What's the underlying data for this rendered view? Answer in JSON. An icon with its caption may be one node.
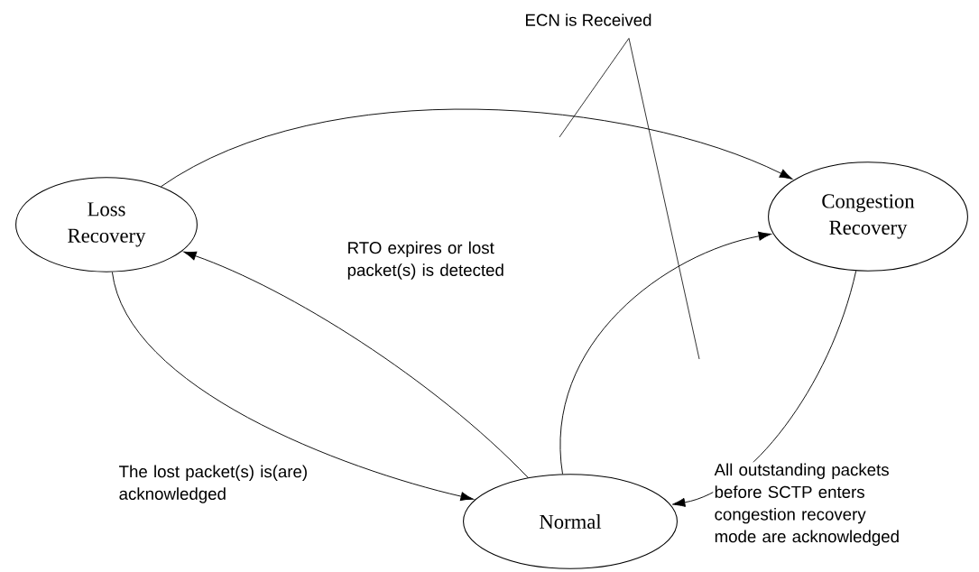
{
  "diagram": {
    "nodes": [
      {
        "text": [
          "Loss Recovery"
        ]
      },
      {
        "text": [
          "Congestion Recovery"
        ]
      },
      {
        "text": [
          "Normal"
        ]
      },
      {
        "text": [
          "ECN is Received"
        ]
      }
    ],
    "edges": [
      {
        "from": 0,
        "to": 1,
        "arrow": "to"
      },
      {
        "from": 2,
        "to": 0,
        "arrow": "to",
        "label": "RTO expires or lost packet(s) is detected"
      },
      {
        "from": 0,
        "to": 2,
        "arrow": "to",
        "label": "The lost packet(s) is(are) acknowledged"
      },
      {
        "from": 2,
        "to": 1,
        "arrow": "to"
      },
      {
        "from": 1,
        "to": 2,
        "arrow": "to",
        "label": "All outstanding packets before SCTP enters congestion recovery mode are acknowledged"
      },
      {
        "from": 3,
        "to": null,
        "arrow": "none"
      },
      {
        "from": 3,
        "to": null,
        "arrow": "none"
      }
    ]
  }
}
